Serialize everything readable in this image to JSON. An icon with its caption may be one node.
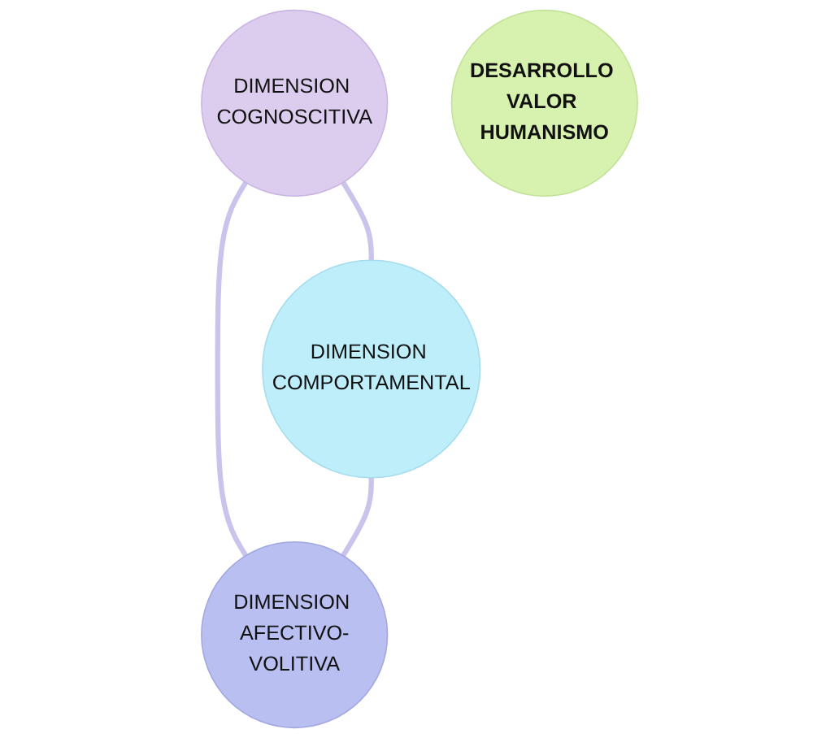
{
  "diagram": {
    "nodes": [
      {
        "text": [
          "DIMENSION COGNOSCITIVA"
        ]
      },
      {
        "text": [
          "DESARROLLO VALOR HUMANISMO"
        ]
      },
      {
        "text": [
          "DIMENSION COMPORTAMENTAL"
        ]
      },
      {
        "text": [
          "DIMENSION AFECTIVO-VOLITIVA"
        ]
      }
    ],
    "edges": [
      {
        "from": 0,
        "to": 2,
        "arrow": "none"
      },
      {
        "from": 0,
        "to": 3,
        "arrow": "none"
      },
      {
        "from": 2,
        "to": 3,
        "arrow": "none"
      }
    ]
  }
}
